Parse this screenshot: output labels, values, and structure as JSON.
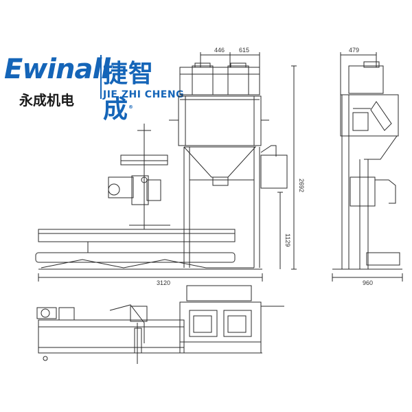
{
  "brand": {
    "left_logo": {
      "text": "Ewinall",
      "mark": "®",
      "chinese": "永成机电"
    },
    "right_logo": {
      "chinese": "捷智成",
      "mark": "®",
      "english": "JIE ZHI CHENG"
    }
  },
  "dimensions": {
    "top_width_a": "446",
    "top_width_b": "615",
    "side_top": "479",
    "total_height": "2692",
    "lower_height": "1129",
    "total_length": "3120",
    "side_depth": "960"
  },
  "colors": {
    "brand_blue": "#1565b8",
    "line": "#2a2a2a"
  }
}
